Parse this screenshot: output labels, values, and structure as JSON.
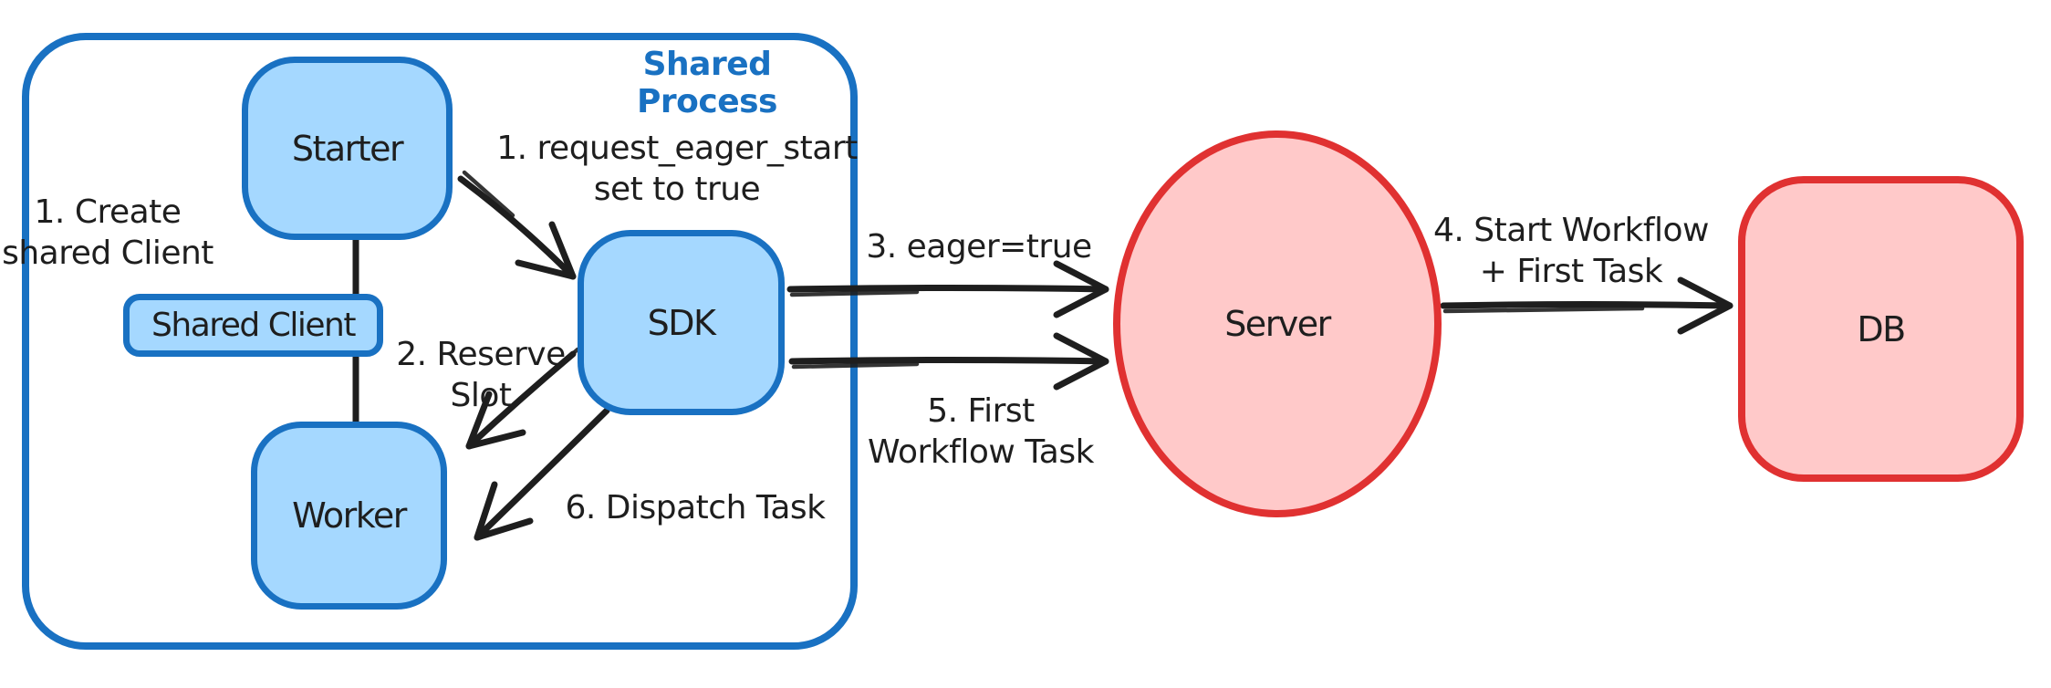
{
  "title": "Shared Process",
  "nodes": {
    "starter": {
      "label": "Starter"
    },
    "shared_client": {
      "label": "Shared Client"
    },
    "worker": {
      "label": "Worker"
    },
    "sdk": {
      "label": "SDK"
    },
    "server": {
      "label": "Server"
    },
    "db": {
      "label": "DB"
    }
  },
  "annotations": {
    "step1_create": "1. Create\nshared Client",
    "step1_eager_start": "1. request_eager_start\nset to true",
    "step2_reserve_slot": "2. Reserve\nSlot",
    "step3_eager_true": "3. eager=true",
    "step4_start_workflow": "4. Start Workflow\n+ First Task",
    "step5_first_task": "5. First\nWorkflow Task",
    "step6_dispatch": "6. Dispatch Task"
  },
  "colors": {
    "blue_stroke": "#1971c2",
    "blue_fill": "#a5d8ff",
    "red_stroke": "#e03131",
    "red_fill": "#ffc9c9",
    "ink": "#1e1e1e",
    "bg": "#ffffff"
  }
}
